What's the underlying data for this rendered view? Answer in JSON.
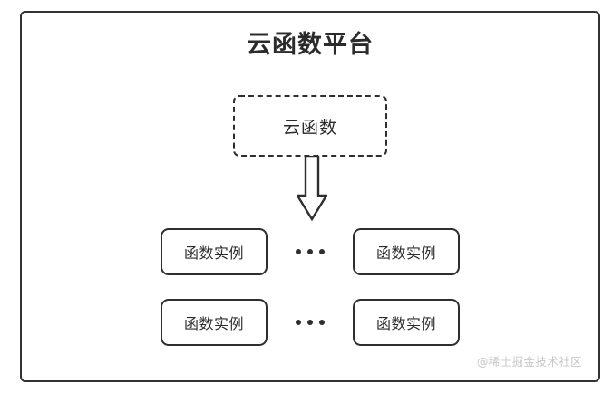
{
  "diagram": {
    "title": "云函数平台",
    "node": {
      "label": "云函数",
      "style": "dashed"
    },
    "arrow": {
      "icon": "down-block-arrow",
      "direction": "down"
    },
    "rows": [
      {
        "left_instance": "函数实例",
        "ellipsis": "•••",
        "right_instance": "函数实例"
      },
      {
        "left_instance": "函数实例",
        "ellipsis": "•••",
        "right_instance": "函数实例"
      }
    ],
    "watermark": "@稀土掘金技术社区",
    "colors": {
      "stroke": "#2e2e2e",
      "frame_stroke": "#333333",
      "text": "#2b2b2b",
      "watermark": "#c7c7c7",
      "background": "#ffffff"
    }
  }
}
